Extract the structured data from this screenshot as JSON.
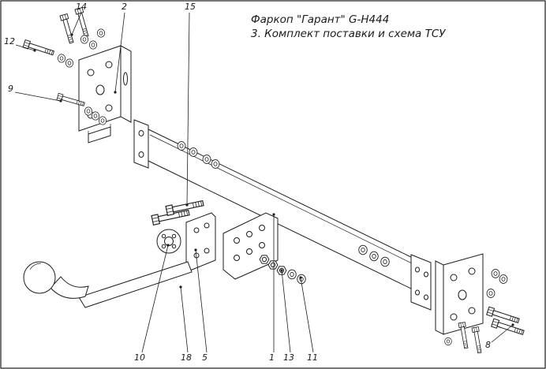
{
  "title": {
    "line1": "Фаркоп \"Гарант\" G-H444",
    "line2": "3. Комплект поставки и схема ТСУ"
  },
  "callouts": [
    {
      "id": "14",
      "label": "14"
    },
    {
      "id": "2",
      "label": "2"
    },
    {
      "id": "15",
      "label": "15"
    },
    {
      "id": "12",
      "label": "12"
    },
    {
      "id": "9",
      "label": "9"
    },
    {
      "id": "10",
      "label": "10"
    },
    {
      "id": "18",
      "label": "18"
    },
    {
      "id": "5",
      "label": "5"
    },
    {
      "id": "1",
      "label": "1"
    },
    {
      "id": "13",
      "label": "13"
    },
    {
      "id": "11",
      "label": "11"
    },
    {
      "id": "8",
      "label": "8"
    }
  ],
  "colors": {
    "line": "#1d1d1d",
    "background": "#ffffff"
  }
}
